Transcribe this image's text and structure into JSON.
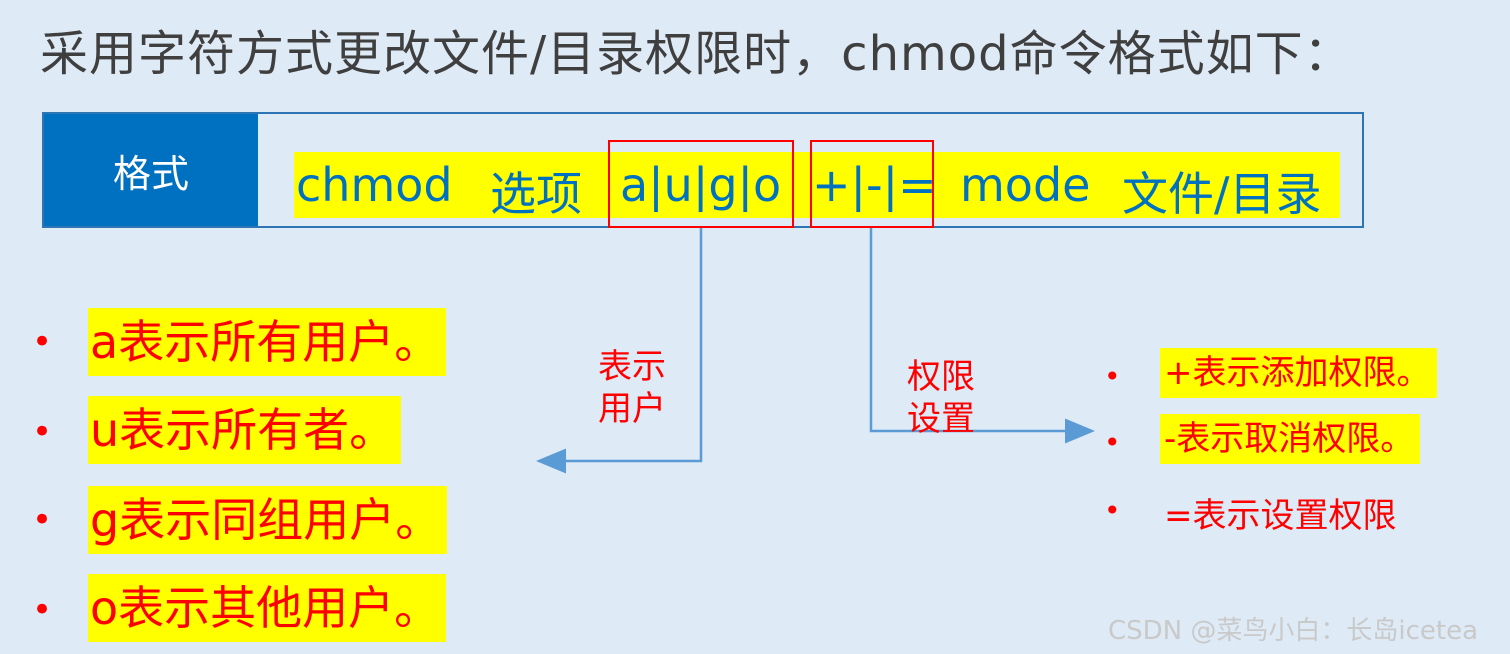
{
  "title": "采用字符方式更改文件/目录权限时，chmod命令格式如下：",
  "format_box": {
    "label": "格式",
    "parts": [
      "chmod",
      "选项",
      "a|u|g|o",
      "+|-|=",
      "mode",
      "文件/目录"
    ]
  },
  "arrow_labels": {
    "user": [
      "表示",
      "用户"
    ],
    "perm": [
      "权限",
      "设置"
    ]
  },
  "left_list": [
    "a表示所有用户。",
    "u表示所有者。",
    "g表示同组用户。",
    "o表示其他用户。"
  ],
  "right_list": [
    "+表示添加权限。",
    "-表示取消权限。",
    "=表示设置权限"
  ],
  "bullet_char": "•",
  "watermark": "CSDN @菜鸟小白：长岛icetea",
  "colors": {
    "background": "#deeaf6",
    "label_fill": "#0070c0",
    "command_text": "#0070c0",
    "highlight": "#ffff00",
    "emphasis": "#ff0000",
    "connector": "#5b9bd5"
  }
}
